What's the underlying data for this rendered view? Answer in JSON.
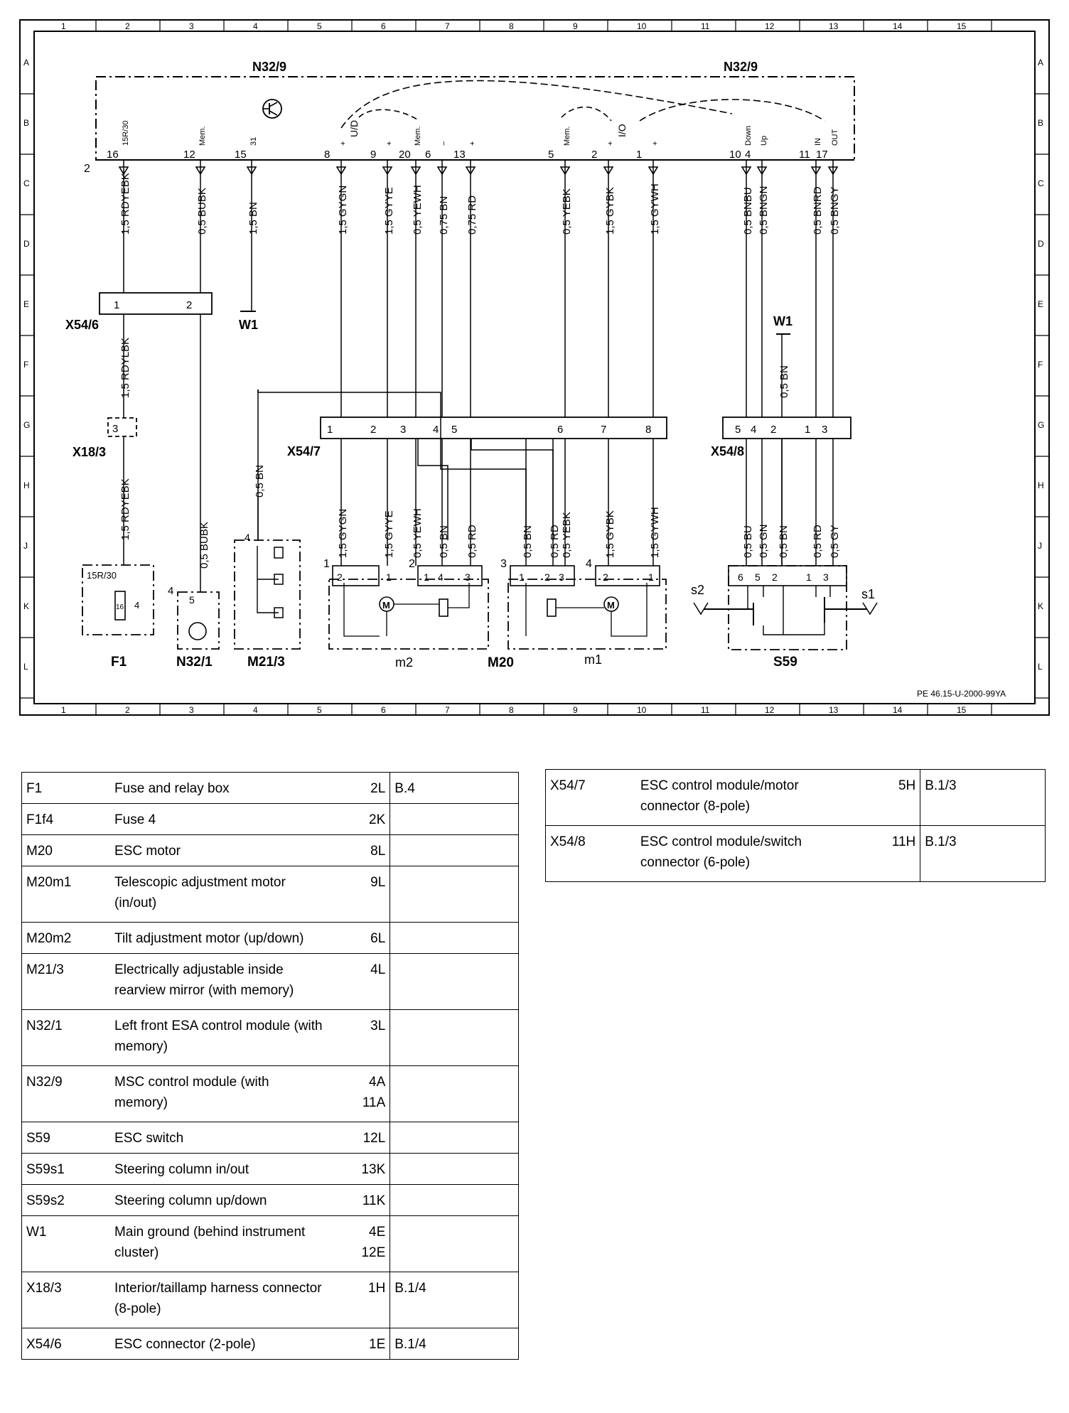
{
  "diagram": {
    "grid_columns": [
      "1",
      "2",
      "3",
      "4",
      "5",
      "6",
      "7",
      "8",
      "9",
      "10",
      "11",
      "12",
      "13",
      "14",
      "15"
    ],
    "grid_rows": [
      "A",
      "B",
      "C",
      "D",
      "E",
      "F",
      "G",
      "H",
      "J",
      "K",
      "L"
    ],
    "doc_ref": "PE 46.15-U-2000-99YA",
    "labels": {
      "n32_9_left": "N32/9",
      "n32_9_right": "N32/9",
      "x54_6": "X54/6",
      "x18_3": "X18/3",
      "x54_7": "X54/7",
      "x54_8": "X54/8",
      "w1_left": "W1",
      "w1_right": "W1",
      "f1": "F1",
      "n32_1": "N32/1",
      "m21_3": "M21/3",
      "m2": "m2",
      "m20": "M20",
      "m1": "m1",
      "s59": "S59",
      "s1": "s1",
      "s2": "s2",
      "pin2": "2",
      "pin15r30": "15R/30",
      "f1_pin16": "16",
      "f1_pin4": "4",
      "n32_1_pin4": "4",
      "n32_1_pin5": "5",
      "m21_pin4": "4"
    },
    "module_pins": [
      {
        "num": "16",
        "name": "15R/30"
      },
      {
        "num": "12",
        "name": "Mem."
      },
      {
        "num": "15",
        "name": "31"
      },
      {
        "num": "8",
        "name": "+"
      },
      {
        "num": "9",
        "name": "+"
      },
      {
        "num": "20",
        "name": "Mem."
      },
      {
        "num": "6",
        "name": "−"
      },
      {
        "num": "13",
        "name": "+"
      },
      {
        "num": "5",
        "name": "Mem."
      },
      {
        "num": "2",
        "name": "+"
      },
      {
        "num": "1",
        "name": "+"
      },
      {
        "num": "10",
        "name": "Down"
      },
      {
        "num": "4",
        "name": "Up"
      },
      {
        "num": "11",
        "name": "IN"
      },
      {
        "num": "17",
        "name": "OUT"
      }
    ],
    "module_sublabels": [
      "U/D",
      "I/O"
    ],
    "wires_top": [
      "1,5 RDYEBK",
      "0,5 BUBK",
      "1,5 BN",
      "1,5 GYGN",
      "1,5 GYYE",
      "0,5 YEWH",
      "0,75 BN",
      "0,75 RD",
      "0,5 YEBK",
      "1,5 GYBK",
      "1,5 GYWH",
      "0,5 BNBU",
      "0,5 BNGN",
      "0,5 BNRD",
      "0,5 BNGY"
    ],
    "wires_mid": [
      "1,5 RDYLBK",
      "1,5 RDYEBK",
      "0,5 BUBK",
      "0,5 BN",
      "0,5 BN"
    ],
    "wires_bottom": [
      "1,5 GYGN",
      "1,5 GYYE",
      "0,5 YEWH",
      "0,5 BN",
      "0,5 RD",
      "0,5 BN",
      "0,5 RD",
      "0,5 YEBK",
      "1,5 GYBK",
      "1,5 GYWH",
      "0,5 BU",
      "0,5 GN",
      "0,5 BN",
      "0,5 RD",
      "0,5 GY"
    ],
    "x54_7_pins": [
      "1",
      "2",
      "3",
      "4",
      "5",
      "6",
      "7",
      "8"
    ],
    "x54_8_pins": [
      "5",
      "4",
      "2",
      "1",
      "3"
    ],
    "x54_6_pins": [
      "1",
      "2"
    ],
    "x18_3_pins": [
      "3"
    ],
    "m2_pins": [
      "2",
      "1",
      "1",
      "4",
      "3"
    ],
    "m1_pins": [
      "1",
      "2",
      "3",
      "2",
      "1"
    ],
    "m20_sub": [
      "1",
      "2",
      "3",
      "4"
    ],
    "s59_pins": [
      "6",
      "5",
      "2",
      "1",
      "3"
    ]
  },
  "legend_left": [
    {
      "code": "F1",
      "desc": [
        "Fuse and relay box"
      ],
      "loc": [
        "2L"
      ],
      "ref": "B.4"
    },
    {
      "code": "F1f4",
      "desc": [
        "Fuse 4"
      ],
      "loc": [
        "2K"
      ],
      "ref": ""
    },
    {
      "code": "M20",
      "desc": [
        "ESC motor"
      ],
      "loc": [
        "8L"
      ],
      "ref": ""
    },
    {
      "code": "M20m1",
      "desc": [
        "Telescopic adjustment motor",
        "(in/out)"
      ],
      "loc": [
        "9L"
      ],
      "ref": ""
    },
    {
      "code": "M20m2",
      "desc": [
        "Tilt adjustment motor (up/down)"
      ],
      "loc": [
        "6L"
      ],
      "ref": ""
    },
    {
      "code": "M21/3",
      "desc": [
        "Electrically adjustable inside",
        "rearview mirror (with memory)"
      ],
      "loc": [
        "4L"
      ],
      "ref": ""
    },
    {
      "code": "N32/1",
      "desc": [
        "Left front ESA control module (with",
        "memory)"
      ],
      "loc": [
        "3L"
      ],
      "ref": ""
    },
    {
      "code": "N32/9",
      "desc": [
        "MSC control module (with",
        "memory)"
      ],
      "loc": [
        "4A",
        "11A"
      ],
      "ref": ""
    },
    {
      "code": "S59",
      "desc": [
        "ESC switch"
      ],
      "loc": [
        "12L"
      ],
      "ref": ""
    },
    {
      "code": "S59s1",
      "desc": [
        "Steering column in/out"
      ],
      "loc": [
        "13K"
      ],
      "ref": ""
    },
    {
      "code": "S59s2",
      "desc": [
        "Steering column up/down"
      ],
      "loc": [
        "11K"
      ],
      "ref": ""
    },
    {
      "code": "W1",
      "desc": [
        "Main ground (behind instrument",
        "cluster)"
      ],
      "loc": [
        "4E",
        "12E"
      ],
      "ref": ""
    },
    {
      "code": "X18/3",
      "desc": [
        "Interior/taillamp harness connector",
        "(8-pole)"
      ],
      "loc": [
        "1H"
      ],
      "ref": "B.1/4"
    },
    {
      "code": "X54/6",
      "desc": [
        "ESC connector (2-pole)"
      ],
      "loc": [
        "1E"
      ],
      "ref": "B.1/4"
    }
  ],
  "legend_right": [
    {
      "code": "X54/7",
      "desc": [
        "ESC control module/motor",
        "connector (8-pole)"
      ],
      "loc": [
        "5H"
      ],
      "ref": "B.1/3"
    },
    {
      "code": "X54/8",
      "desc": [
        "ESC control module/switch",
        "connector (6-pole)"
      ],
      "loc": [
        "11H"
      ],
      "ref": "B.1/3"
    }
  ]
}
